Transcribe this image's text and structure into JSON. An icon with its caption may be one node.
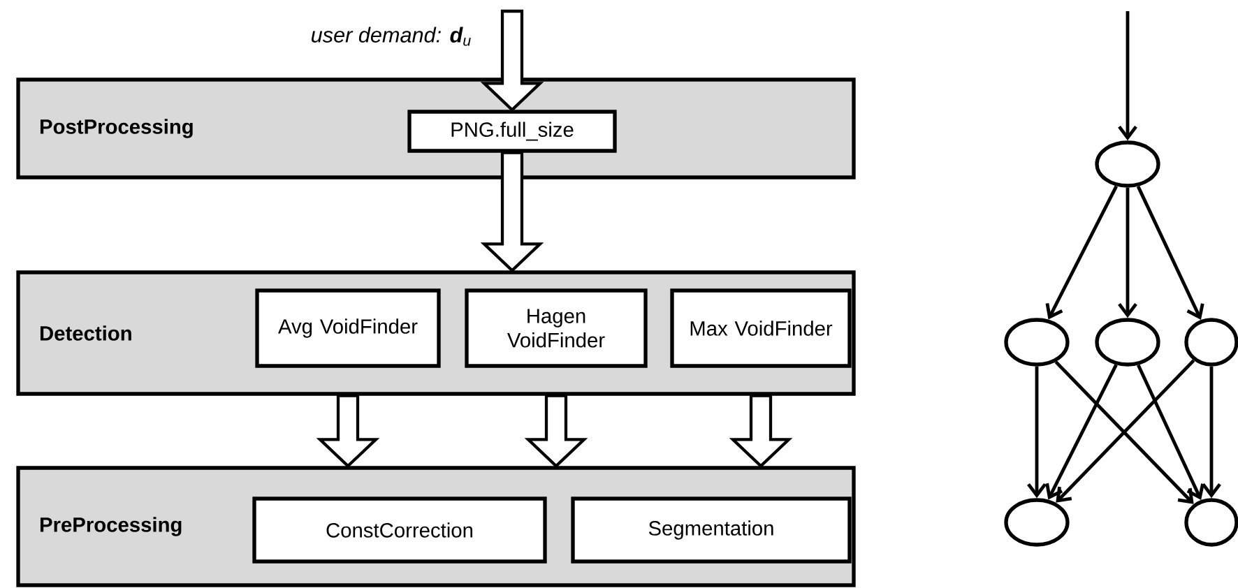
{
  "diagram": {
    "nodes": [
      {
        "text": [
          "PostProcessing"
        ]
      },
      {
        "text": [
          "PNG.full_size"
        ],
        "in": 0
      },
      {
        "text": [
          "Detection"
        ]
      },
      {
        "text": [
          "Avg VoidFinder"
        ],
        "in": 2
      },
      {
        "text": [
          "Hagen VoidFinder"
        ],
        "in": 2
      },
      {
        "text": [
          "Max VoidFinder"
        ],
        "in": 2
      },
      {
        "text": [
          "PreProcessing"
        ]
      },
      {
        "text": [
          "ConstCorrection"
        ],
        "in": 6
      },
      {
        "text": [
          "Segmentation"
        ],
        "in": 6
      },
      {
        "text": [],
        "shape": "ellipse"
      },
      {
        "text": [],
        "shape": "ellipse"
      },
      {
        "text": [],
        "shape": "ellipse"
      },
      {
        "text": [],
        "shape": "ellipse"
      },
      {
        "text": [],
        "shape": "ellipse"
      },
      {
        "text": [],
        "shape": "ellipse"
      }
    ],
    "edges": [
      {
        "from": null,
        "to": 1,
        "arrow": "to",
        "style": "thick",
        "label": "user demand: **d**$_{u}$"
      },
      {
        "from": 1,
        "to": 2,
        "arrow": "to",
        "style": "thick"
      },
      {
        "from": 3,
        "to": 6,
        "arrow": "to",
        "style": "thick"
      },
      {
        "from": 4,
        "to": 6,
        "arrow": "to",
        "style": "thick"
      },
      {
        "from": 5,
        "to": 6,
        "arrow": "to",
        "style": "thick"
      },
      {
        "from": null,
        "to": 9,
        "arrow": "to"
      },
      {
        "from": 9,
        "to": 10,
        "arrow": "to"
      },
      {
        "from": 9,
        "to": 11,
        "arrow": "to"
      },
      {
        "from": 9,
        "to": 12,
        "arrow": "to"
      },
      {
        "from": 10,
        "to": 13,
        "arrow": "to"
      },
      {
        "from": 10,
        "to": 14,
        "arrow": "to"
      },
      {
        "from": 11,
        "to": 13,
        "arrow": "to"
      },
      {
        "from": 11,
        "to": 14,
        "arrow": "to"
      },
      {
        "from": 12,
        "to": 13,
        "arrow": "to"
      },
      {
        "from": 12,
        "to": 14,
        "arrow": "to"
      }
    ]
  }
}
